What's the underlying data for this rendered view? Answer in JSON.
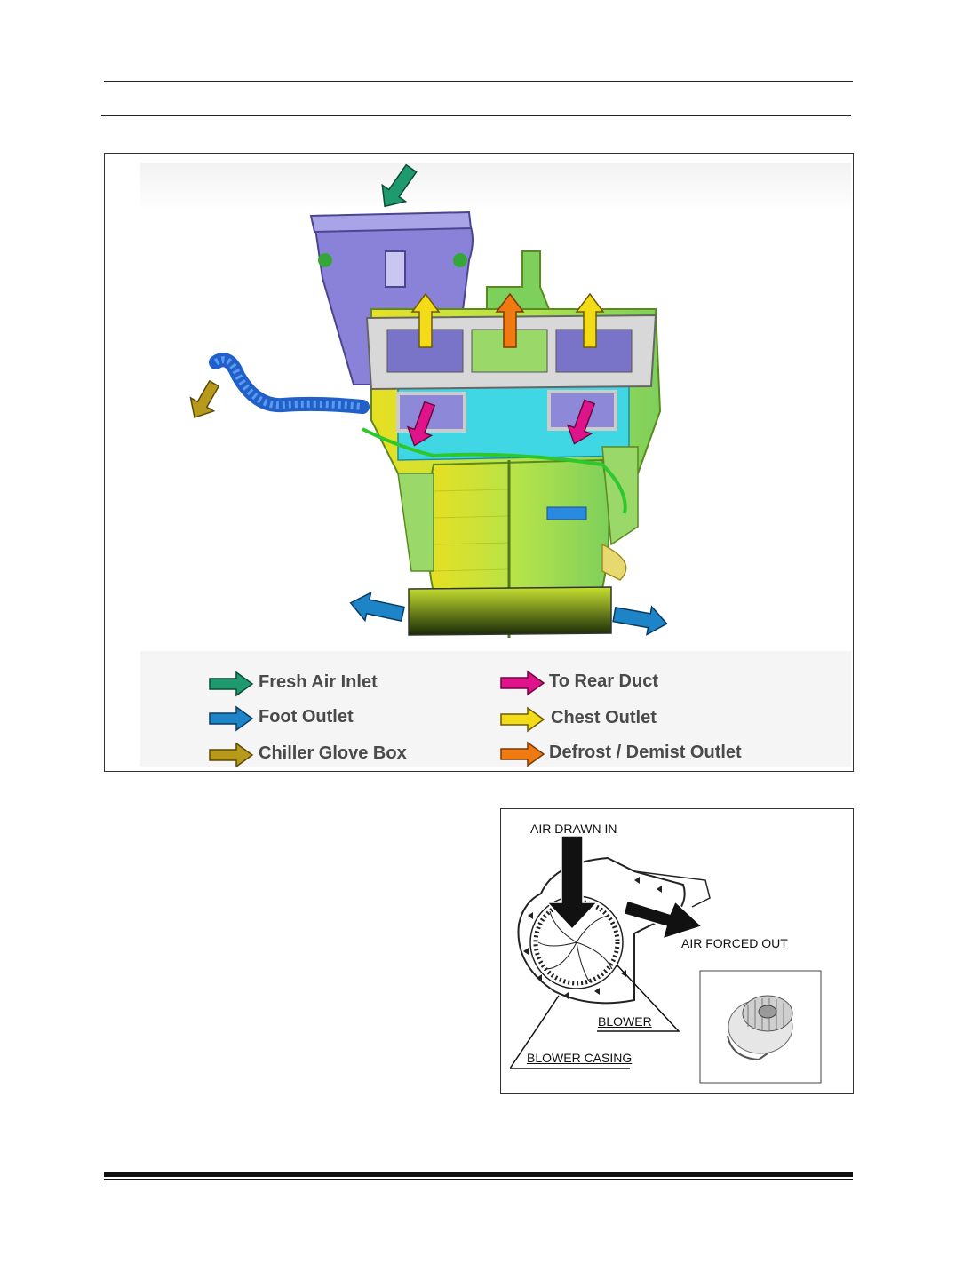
{
  "hvac_figure": {
    "legend": [
      {
        "label": "Fresh Air Inlet",
        "color": "#1e9a6e"
      },
      {
        "label": "Foot Outlet",
        "color": "#1e84c8"
      },
      {
        "label": "Chiller Glove Box",
        "color": "#b79a1c"
      },
      {
        "label": "To Rear Duct",
        "color": "#e0148a"
      },
      {
        "label": "Chest Outlet",
        "color": "#f3dc17"
      },
      {
        "label": "Defrost / Demist Outlet",
        "color": "#f07a12"
      }
    ]
  },
  "blower_figure": {
    "air_drawn_in": "AIR DRAWN IN",
    "air_forced_out": "AIR FORCED OUT",
    "blower": "BLOWER",
    "blower_casing": "BLOWER CASING"
  }
}
